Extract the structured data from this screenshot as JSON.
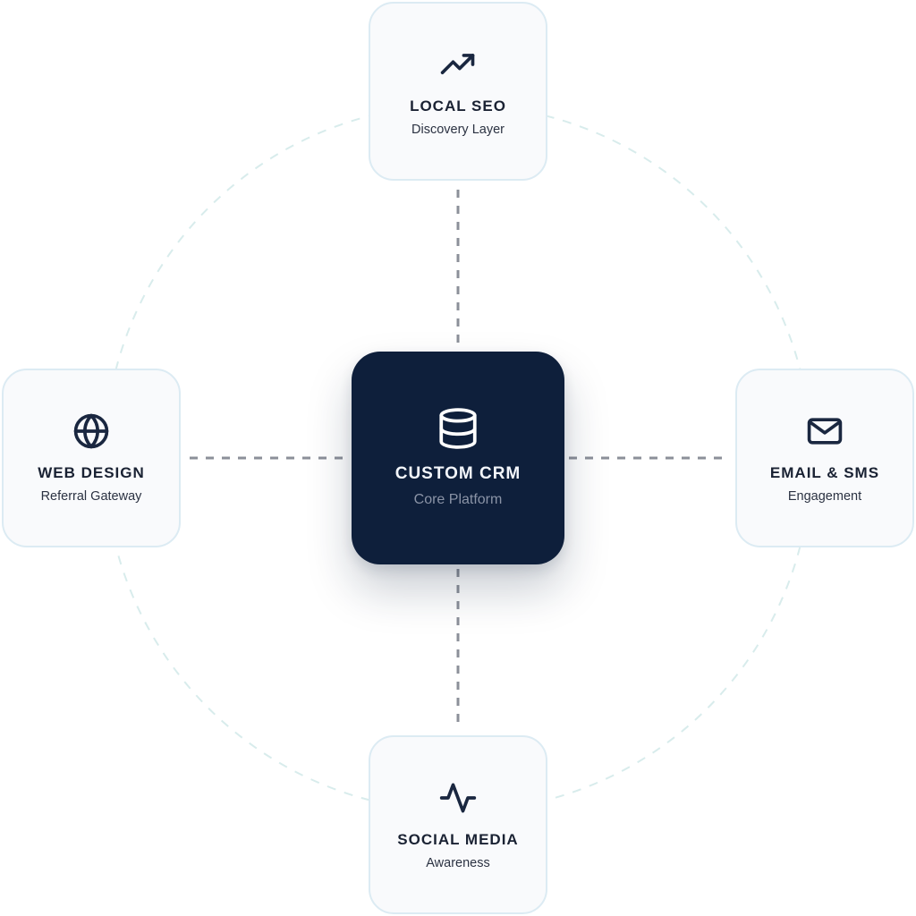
{
  "core": {
    "icon": "database-icon",
    "title": "CUSTOM CRM",
    "subtitle": "Core Platform"
  },
  "nodes": {
    "top": {
      "icon": "trending-up-icon",
      "title": "LOCAL SEO",
      "subtitle": "Discovery Layer"
    },
    "left": {
      "icon": "globe-icon",
      "title": "WEB DESIGN",
      "subtitle": "Referral Gateway"
    },
    "right": {
      "icon": "mail-icon",
      "title": "EMAIL & SMS",
      "subtitle": "Engagement"
    },
    "bottom": {
      "icon": "activity-icon",
      "title": "SOCIAL MEDIA",
      "subtitle": "Awareness"
    }
  },
  "colors": {
    "core_background": "#0e1f3b",
    "node_background": "#f9fafc",
    "node_border": "#dcebf3",
    "connector": "#8c9099",
    "orbit": "#d8ecec"
  }
}
